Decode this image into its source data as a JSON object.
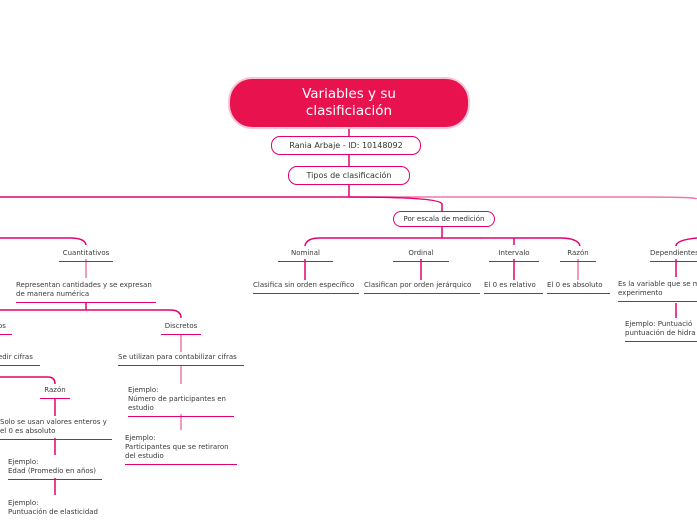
{
  "colors": {
    "accent": "#e8124f",
    "line": "#e5006d",
    "line_light": "#f178ab"
  },
  "root": {
    "title_line1": "Variables y su",
    "title_line2": "clasificiación"
  },
  "author": "Rania Arbaje - ID: 10148092",
  "types": "Tipos de clasificación",
  "left_branch": {
    "cuantitativos": "Cuantitativos",
    "cuantitativos_desc_1": "Representan cantidades y se expresan",
    "cuantitativos_desc_2": "de manera numérica",
    "continuos_partial": "os",
    "continuos_desc_partial": "edir cifras",
    "razon": "Razón",
    "razon_desc_1": "Solo se usan valores enteros y",
    "razon_desc_2": "el 0 es absoluto",
    "razon_example_1": "Ejemplo:",
    "razon_example_2": "Edad (Promedio en años)",
    "razon_example2_1": "Ejemplo:",
    "razon_example2_2": "Puntuación de elasticidad",
    "discretos": "Discretos",
    "discretos_desc": "Se utilizan para contabilizar cifras",
    "discretos_example1_1": "Ejemplo:",
    "discretos_example1_2": "Número de participantes en",
    "discretos_example1_3": "estudio",
    "discretos_example2_1": "Ejemplo:",
    "discretos_example2_2": "Participantes que se retiraron",
    "discretos_example2_3": "del estudio"
  },
  "scale_branch": {
    "title": "Por escala de medición",
    "items": [
      {
        "label": "Nominal",
        "desc": "Clasifica sin orden específico"
      },
      {
        "label": "Ordinal",
        "desc": "Clasifican por orden jerárquico"
      },
      {
        "label": "Intervalo",
        "desc": "El 0 es relativo"
      },
      {
        "label": "Razón",
        "desc": "El 0 es absoluto"
      }
    ]
  },
  "right_branch": {
    "dependientes": "Dependientes",
    "desc_1": "Es la variable que se m",
    "desc_2": "experimento",
    "example_1": "Ejemplo:  Puntuació",
    "example_2": "puntuación de hidra"
  }
}
